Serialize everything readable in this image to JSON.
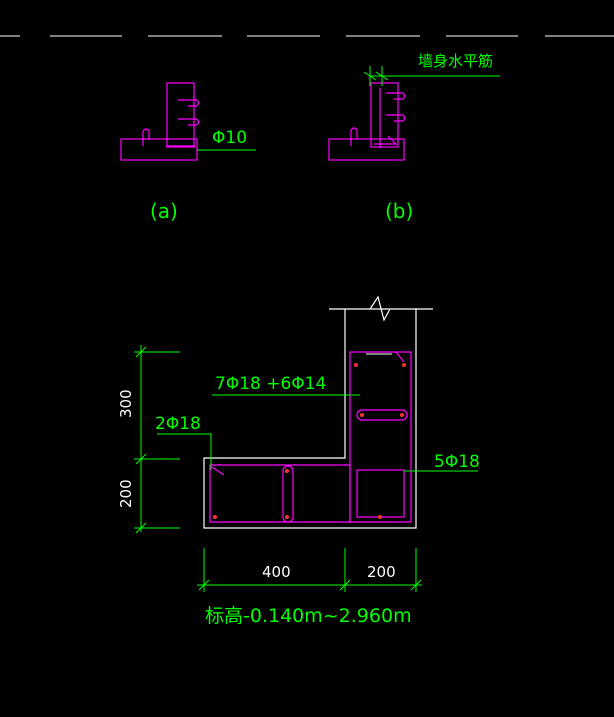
{
  "colors": {
    "background": "#000000",
    "concrete_outline": "#ffffff",
    "rebar": "#ff00ff",
    "rebar_dot": "#ff3333",
    "dimension": "#00ff00",
    "label": "#00ff00"
  },
  "detail_a": {
    "rebar_label": "Φ10",
    "caption": "(a)"
  },
  "detail_b": {
    "rebar_label": "墙身水平筋",
    "caption": "(b)"
  },
  "section": {
    "label_main_bars": "7Φ18 +6Φ14",
    "label_corner_bars": "2Φ18",
    "label_column_bars": "5Φ18",
    "dim_vertical_upper": "300",
    "dim_vertical_lower": "200",
    "dim_horizontal_left": "400",
    "dim_horizontal_right": "200",
    "elevation": "标高-0.140m~2.960m"
  }
}
